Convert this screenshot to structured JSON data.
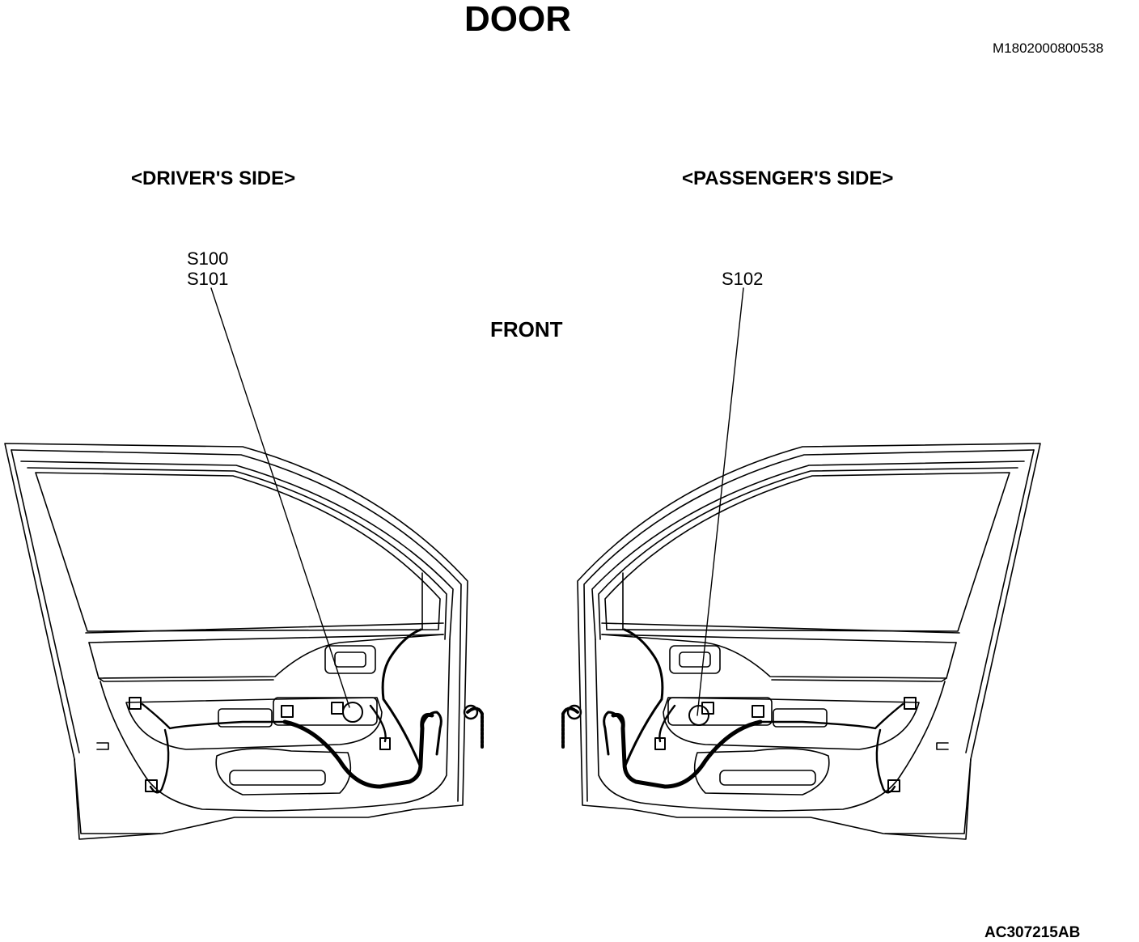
{
  "title": "DOOR",
  "document_id": "M1802000800538",
  "figure_id": "AC307215AB",
  "direction_label": "FRONT",
  "views": {
    "driver": {
      "heading": "<DRIVER'S SIDE>",
      "callouts": [
        "S100",
        "S101"
      ]
    },
    "passenger": {
      "heading": "<PASSENGER'S SIDE>",
      "callouts": [
        "S102"
      ]
    }
  },
  "colors": {
    "line": "#000000",
    "background": "#ffffff"
  }
}
